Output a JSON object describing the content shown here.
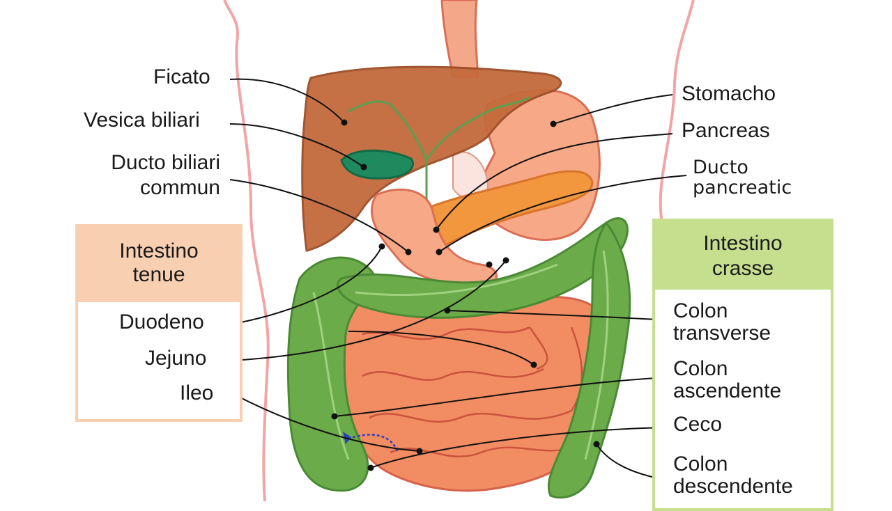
{
  "labels": {
    "ficato": "Ficato",
    "vesica": "Vesica biliari",
    "ducto_biliari_1": "Ducto biliari",
    "ducto_biliari_2": "commun",
    "stomacho": "Stomacho",
    "pancreas": "Pancreas",
    "ducto_pancreatic_1": "Ducto",
    "ducto_pancreatic_2": "pancreatic",
    "duodeno": "Duodeno",
    "jejuno": "Jejuno",
    "ileo": "Ileo",
    "colon_transverse_1": "Colon",
    "colon_transverse_2": "transverse",
    "colon_ascendente_1": "Colon",
    "colon_ascendente_2": "ascendente",
    "ceco": "Ceco",
    "colon_descendente_1": "Colon",
    "colon_descendente_2": "descendente"
  },
  "legend": {
    "intestino_tenue_1": "Intestino",
    "intestino_tenue_2": "tenue",
    "intestino_crasse_1": "Intestino",
    "intestino_crasse_2": "crasse"
  },
  "colors": {
    "liver": "#c46a3c",
    "stomach": "#f4a77f",
    "pancreas": "#f09a50",
    "small_intestine": "#f08a5e",
    "large_intestine": "#6aaa48",
    "gallbladder": "#1f8a5e",
    "body_outline": "#f2a0a0",
    "legend_small": "#f9cfb2",
    "legend_large": "#c6df8f"
  }
}
